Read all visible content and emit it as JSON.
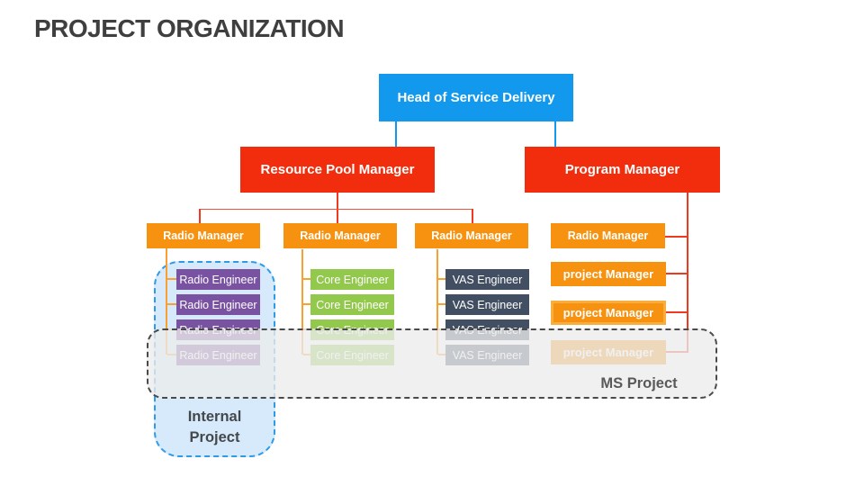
{
  "title": "PROJECT ORGANIZATION",
  "palette": {
    "head_blue": "#1299EE",
    "manager_red": "#F22D0D",
    "orange": "#F79210",
    "purple": "#7952A1",
    "green": "#92C84C",
    "slate": "#424E62",
    "connector_blue": "#1299EE",
    "connector_red": "#EF3A22",
    "connector_orange": "#F8A032",
    "internal_fill": "#CDE5FA",
    "internal_border": "#2E9BE9",
    "ms_fill": "#ECECEC",
    "ms_border": "#4A4A4A",
    "title_color": "#3F3F3F"
  },
  "org": {
    "head": "Head of Service Delivery",
    "resource_pool_manager": "Resource Pool Manager",
    "program_manager": "Program Manager",
    "radio_managers": [
      "Radio Manager",
      "Radio Manager",
      "Radio Manager",
      "Radio Manager"
    ],
    "radio_engineers": [
      "Radio Engineer",
      "Radio Engineer",
      "Radio Engineer",
      "Radio Engineer"
    ],
    "core_engineers": [
      "Core Engineer",
      "Core Engineer",
      "Core Engineer",
      "Core Engineer"
    ],
    "vas_engineers": [
      "VAS Engineer",
      "VAS Engineer",
      "VAS Engineer",
      "VAS Engineer"
    ],
    "project_managers": [
      "project Manager",
      "project Manager",
      "project Manager"
    ],
    "groups": {
      "internal_line1": "Internal",
      "internal_line2": "Project",
      "ms": "MS Project"
    }
  }
}
